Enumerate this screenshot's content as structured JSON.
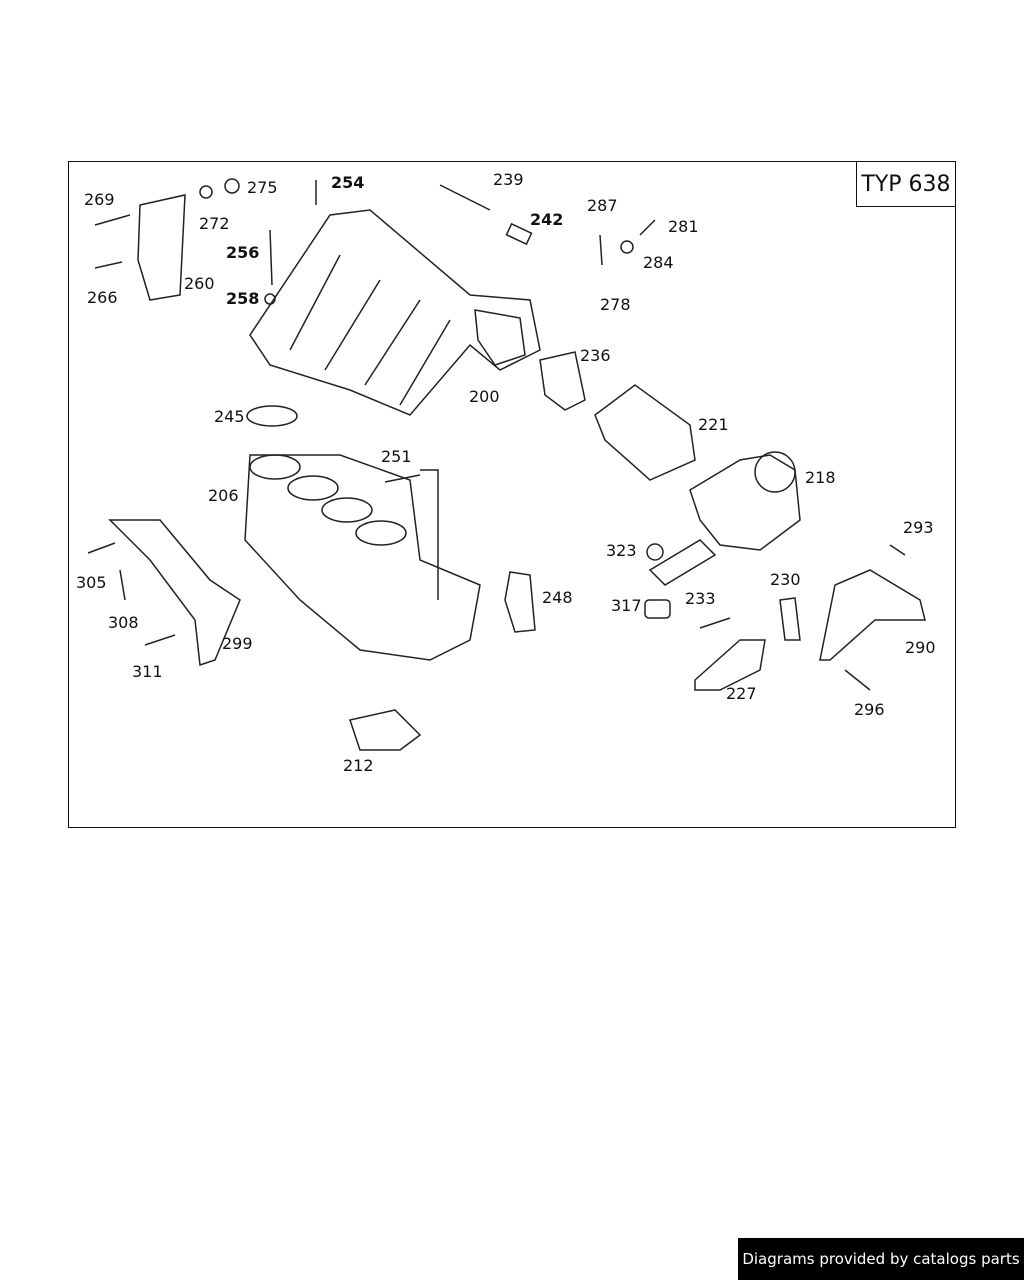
{
  "diagram": {
    "type_label": "TYP 638",
    "part_labels": {
      "p269": "269",
      "p272": "272",
      "p275": "275",
      "p254": "254",
      "p239": "239",
      "p242": "242",
      "p287": "287",
      "p281": "281",
      "p284": "284",
      "p278": "278",
      "p256": "256",
      "p258": "258",
      "p266": "266",
      "p260": "260",
      "p236": "236",
      "p200": "200",
      "p245": "245",
      "p221": "221",
      "p218": "218",
      "p251": "251",
      "p206": "206",
      "p293": "293",
      "p323": "323",
      "p230": "230",
      "p305": "305",
      "p248": "248",
      "p317": "317",
      "p233": "233",
      "p308": "308",
      "p299": "299",
      "p290": "290",
      "p311": "311",
      "p227": "227",
      "p296": "296",
      "p212": "212"
    }
  },
  "footer": {
    "text": "Diagrams provided by catalogs parts"
  }
}
